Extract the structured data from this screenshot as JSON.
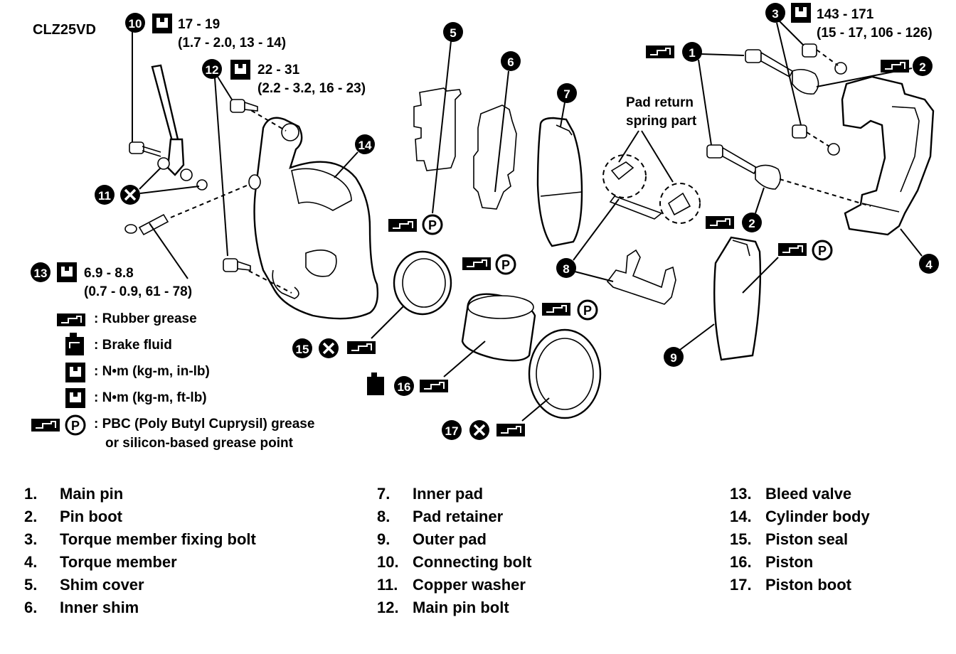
{
  "model": "CLZ25VD",
  "torque_specs": {
    "bolt10_top": {
      "value": "17 - 19",
      "sub": "(1.7 - 2.0, 13 - 14)"
    },
    "bolt12": {
      "value": "22 - 31",
      "sub": "(2.2 - 3.2, 16 - 23)"
    },
    "bolt3": {
      "value": "143 - 171",
      "sub": "(15 - 17, 106 - 126)"
    },
    "valve13": {
      "value": "6.9 - 8.8",
      "sub": "(0.7 - 0.9, 61 - 78)"
    }
  },
  "callouts": {
    "pad_return_line1": "Pad return",
    "pad_return_line2": "spring part",
    "p_letter": "P"
  },
  "legend": [
    {
      "icon": "rubber-grease-icon",
      "text": ": Rubber grease"
    },
    {
      "icon": "brake-fluid-icon",
      "text": ": Brake fluid"
    },
    {
      "icon": "torque-in-lb-icon",
      "text": ": N•m (kg-m, in-lb)"
    },
    {
      "icon": "torque-ft-lb-icon",
      "text": ": N•m (kg-m, ft-lb)"
    },
    {
      "icon": "pbc-grease-icon",
      "text": ": PBC (Poly Butyl Cuprysil) grease",
      "text2": "or silicon-based grease point"
    }
  ],
  "parts": {
    "col1": [
      {
        "num": "1.",
        "name": "Main pin"
      },
      {
        "num": "2.",
        "name": "Pin boot"
      },
      {
        "num": "3.",
        "name": "Torque member fixing bolt"
      },
      {
        "num": "4.",
        "name": "Torque member"
      },
      {
        "num": "5.",
        "name": "Shim cover"
      },
      {
        "num": "6.",
        "name": "Inner shim"
      }
    ],
    "col2": [
      {
        "num": "7.",
        "name": "Inner pad"
      },
      {
        "num": "8.",
        "name": "Pad retainer"
      },
      {
        "num": "9.",
        "name": "Outer pad"
      },
      {
        "num": "10.",
        "name": "Connecting bolt"
      },
      {
        "num": "11.",
        "name": "Copper washer"
      },
      {
        "num": "12.",
        "name": "Main pin bolt"
      }
    ],
    "col3": [
      {
        "num": "13.",
        "name": "Bleed valve"
      },
      {
        "num": "14.",
        "name": "Cylinder body"
      },
      {
        "num": "15.",
        "name": "Piston seal"
      },
      {
        "num": "16.",
        "name": "Piston"
      },
      {
        "num": "17.",
        "name": "Piston boot"
      }
    ]
  },
  "diagram_numbers": [
    "1",
    "2",
    "3",
    "4",
    "5",
    "6",
    "7",
    "8",
    "9",
    "10",
    "11",
    "12",
    "13",
    "14",
    "15",
    "16",
    "17"
  ]
}
